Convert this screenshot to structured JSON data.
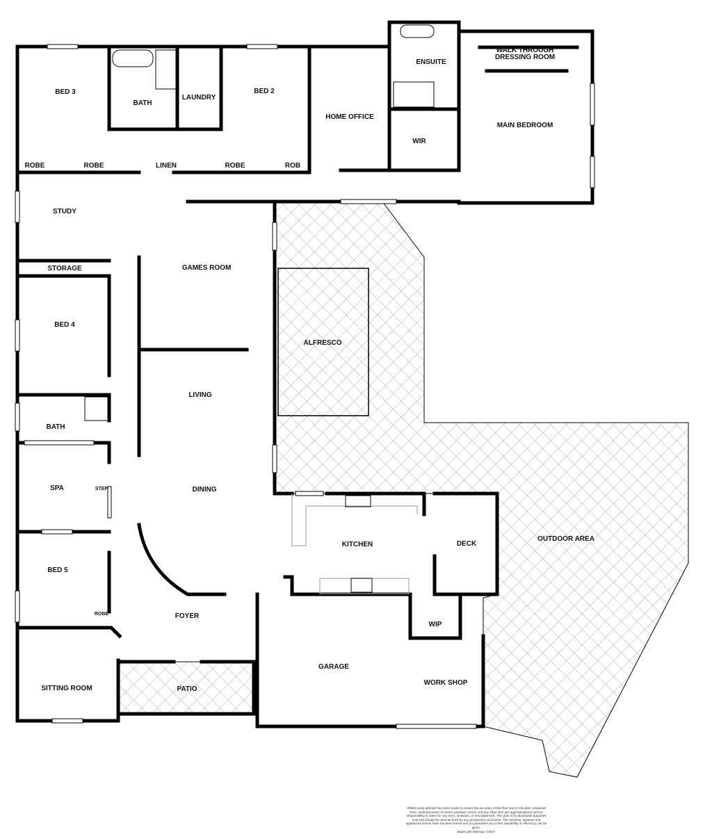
{
  "rooms": {
    "bed3": "BED 3",
    "bath1": "BATH",
    "laundry": "LAUNDRY",
    "bed2": "BED 2",
    "home_office": "HOME OFFICE",
    "ensuite": "ENSUITE",
    "dressing_line1": "WALK THROUGH",
    "dressing_line2": "DRESSING ROOM",
    "main_bedroom": "MAIN BEDROOM",
    "wir": "WIR",
    "robe1": "ROBE",
    "robe2": "ROBE",
    "linen": "LINEN",
    "robe3": "ROBE",
    "rob": "ROB",
    "study": "STUDY",
    "storage": "STORAGE",
    "games_room": "GAMES ROOM",
    "alfresco": "ALFRESCO",
    "bed4": "BED 4",
    "living": "LIVING",
    "bath2": "BATH",
    "spa": "SPA",
    "step": "STEP",
    "dining": "DINING",
    "kitchen": "KITCHEN",
    "deck": "DECK",
    "outdoor_area": "OUTDOOR AREA",
    "bed5": "BED 5",
    "robe5": "ROBE",
    "foyer": "FOYER",
    "wip": "WIP",
    "garage": "GARAGE",
    "work_shop": "WORK SHOP",
    "sitting_room": "SITTING ROOM",
    "patio": "PATIO"
  },
  "footer": {
    "disclaimer": "Whilst every attempt has been made to ensure the accuracy of the floor and or site plan contained here, measurements of doors, windows, rooms and any other item are approximations and no responsibility is taken for any error, omission, or mis-statement. This plan is for illustrative purposes only and should be used as such by any prospective purchaser. The services, systems and appliances shown have not been tested and no guarantee as to their operability or efficiency can be given.",
    "credit": "Made with Metropix ©2017"
  },
  "colors": {
    "walls": "#000000",
    "hatch": "#9a9a9a",
    "background": "#ffffff"
  }
}
